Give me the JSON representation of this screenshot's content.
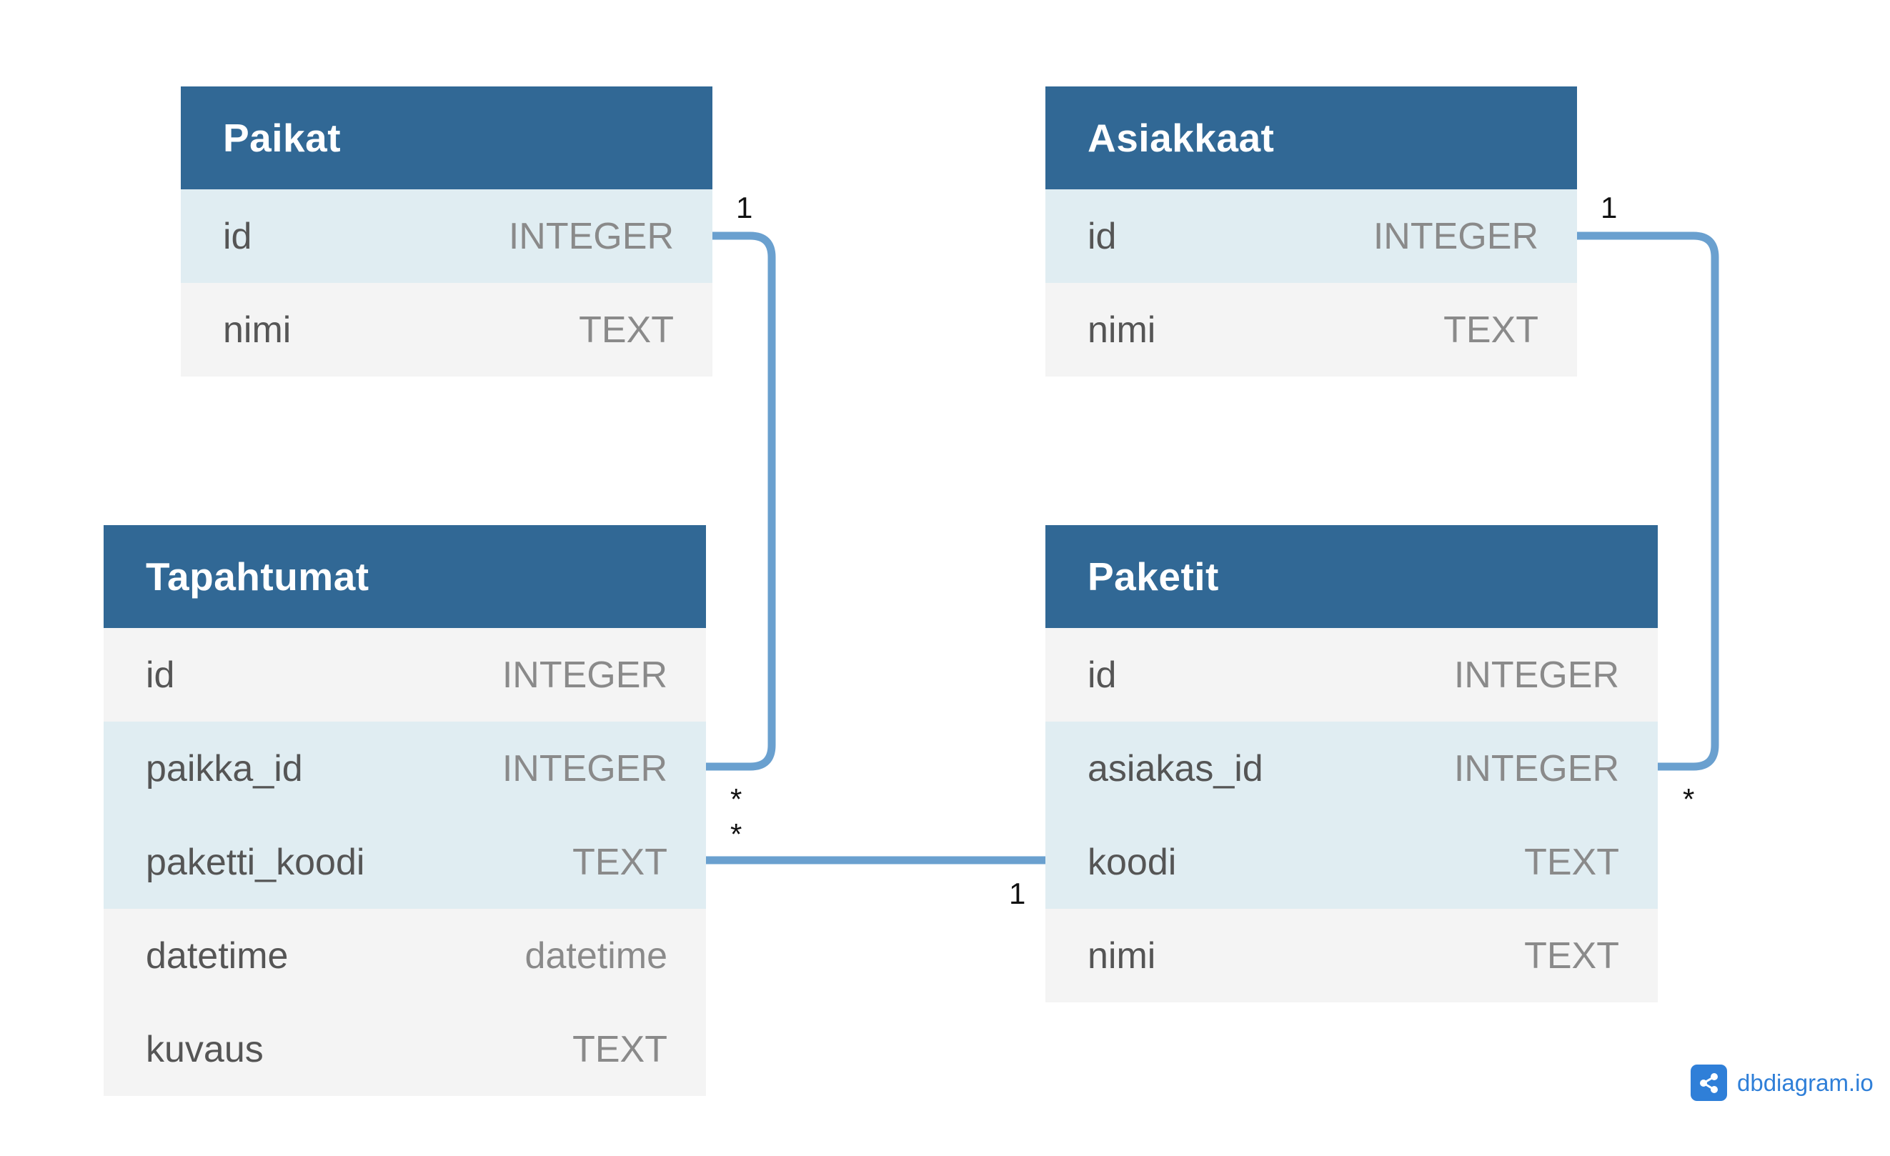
{
  "tables": [
    {
      "key": "paikat",
      "title": "Paikat",
      "rows": [
        {
          "name": "id",
          "type": "INTEGER",
          "highlight": true
        },
        {
          "name": "nimi",
          "type": "TEXT",
          "highlight": false
        }
      ]
    },
    {
      "key": "asiakkaat",
      "title": "Asiakkaat",
      "rows": [
        {
          "name": "id",
          "type": "INTEGER",
          "highlight": true
        },
        {
          "name": "nimi",
          "type": "TEXT",
          "highlight": false
        }
      ]
    },
    {
      "key": "tapahtumat",
      "title": "Tapahtumat",
      "rows": [
        {
          "name": "id",
          "type": "INTEGER",
          "highlight": false
        },
        {
          "name": "paikka_id",
          "type": "INTEGER",
          "highlight": true
        },
        {
          "name": "paketti_koodi",
          "type": "TEXT",
          "highlight": true
        },
        {
          "name": "datetime",
          "type": "datetime",
          "highlight": false
        },
        {
          "name": "kuvaus",
          "type": "TEXT",
          "highlight": false
        }
      ]
    },
    {
      "key": "paketit",
      "title": "Paketit",
      "rows": [
        {
          "name": "id",
          "type": "INTEGER",
          "highlight": false
        },
        {
          "name": "asiakas_id",
          "type": "INTEGER",
          "highlight": true
        },
        {
          "name": "koodi",
          "type": "TEXT",
          "highlight": true
        },
        {
          "name": "nimi",
          "type": "TEXT",
          "highlight": false
        }
      ]
    }
  ],
  "relations": [
    {
      "from": "Paikat.id",
      "to": "Tapahtumat.paikka_id",
      "from_label": "1",
      "to_label": "*"
    },
    {
      "from": "Asiakkaat.id",
      "to": "Paketit.asiakas_id",
      "from_label": "1",
      "to_label": "*"
    },
    {
      "from": "Paketit.koodi",
      "to": "Tapahtumat.paketti_koodi",
      "from_label": "1",
      "to_label": "*"
    }
  ],
  "brand": {
    "text": "dbdiagram.io",
    "icon": "share-nodes-icon",
    "color": "#2f7fd8"
  },
  "colors": {
    "header": "#316895",
    "connector": "#6aa0cf",
    "row": "#f4f4f4",
    "row_highlight": "#e0edf2"
  }
}
